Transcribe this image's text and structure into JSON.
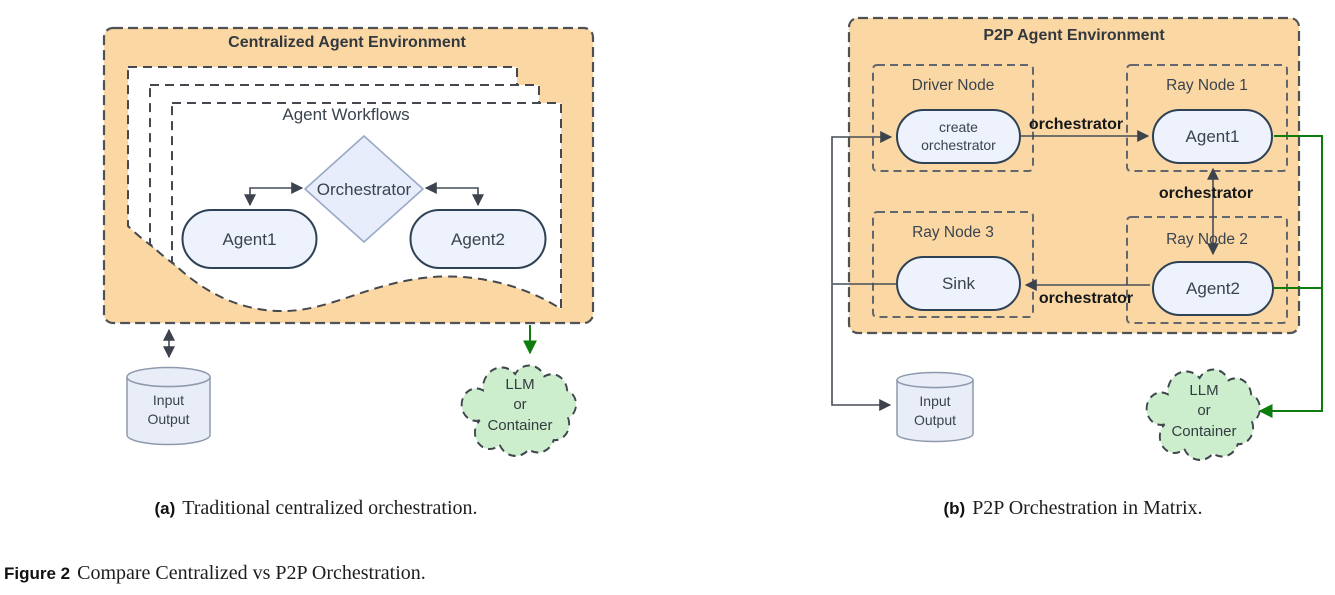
{
  "colors": {
    "container_fill": "#fbd8a3",
    "container_border": "#4e5256",
    "node_fill": "#edf2fc",
    "node_border": "#2e4155",
    "diamond_fill": "#e7edfa",
    "diamond_border": "#9aa9c7",
    "cylinder_fill": "#e9edf8",
    "cloud_fill": "#cdeecd",
    "arrow": "#464d56",
    "green_arrow": "#0e7d0e"
  },
  "panel_a": {
    "title": "Centralized Agent Environment",
    "workflows_label": "Agent Workflows",
    "orchestrator": "Orchestrator",
    "agent1": "Agent1",
    "agent2": "Agent2",
    "io": {
      "line1": "Input",
      "line2": "Output"
    },
    "cloud": {
      "line1": "LLM",
      "line2": "or",
      "line3": "Container"
    },
    "caption_label": "(a)",
    "caption_text": "Traditional centralized orchestration."
  },
  "panel_b": {
    "title": "P2P Agent Environment",
    "driver_node": "Driver Node",
    "ray_node_1": "Ray Node 1",
    "ray_node_2": "Ray Node 2",
    "ray_node_3": "Ray Node 3",
    "create_orchestrator": {
      "line1": "create",
      "line2": "orchestrator"
    },
    "agent1": "Agent1",
    "agent2": "Agent2",
    "sink": "Sink",
    "edge_labels": {
      "driver_to_agent1": "orchestrator",
      "agent1_agent2": "orchestrator",
      "agent2_to_sink": "orchestrator"
    },
    "io": {
      "line1": "Input",
      "line2": "Output"
    },
    "cloud": {
      "line1": "LLM",
      "line2": "or",
      "line3": "Container"
    },
    "caption_label": "(b)",
    "caption_text": "P2P Orchestration in Matrix."
  },
  "figure_caption": {
    "label": "Figure 2",
    "text": "Compare Centralized vs P2P Orchestration."
  }
}
